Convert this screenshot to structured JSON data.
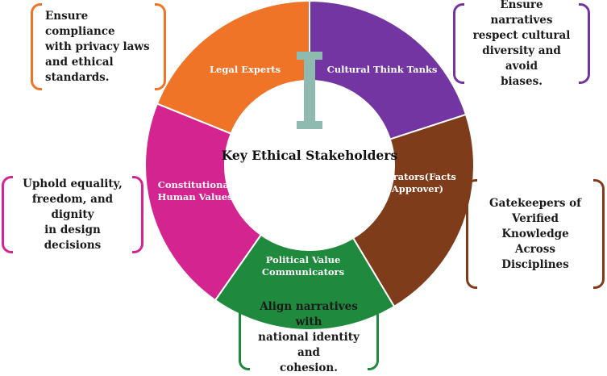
{
  "center_label": "Key Ethical Stakeholders",
  "segments": [
    {
      "label_lines": [
        "Legal Experts"
      ],
      "color": "#f07428"
    },
    {
      "label_lines": [
        "Cultural Think Tanks"
      ],
      "color": "#7335a1"
    },
    {
      "label_lines": [
        "Curators(Facts",
        "Approver)"
      ],
      "color": "#7e3c1b"
    },
    {
      "label_lines": [
        "Political Value",
        "Communicators"
      ],
      "color": "#1f8a3d"
    },
    {
      "label_lines": [
        "Constitutional",
        "Human Values"
      ],
      "color": "#d4248f"
    }
  ],
  "notes": {
    "legal": {
      "lines": [
        "Ensure compliance",
        "with privacy laws",
        "and ethical",
        "standards."
      ],
      "color": "#f07428"
    },
    "cultural": {
      "lines": [
        "Ensure narratives",
        "respect cultural",
        "diversity and avoid",
        "biases."
      ],
      "color": "#7335a1"
    },
    "human": {
      "lines": [
        "Uphold equality,",
        "freedom, and dignity",
        "in design decisions"
      ],
      "color": "#d4248f"
    },
    "curators": {
      "lines": [
        "Gatekeepers of",
        "Verified Knowledge",
        "Across Disciplines"
      ],
      "color": "#7e3c1b"
    },
    "political": {
      "lines": [
        "Align narratives with",
        "national identity and",
        "cohesion."
      ],
      "color": "#1f8a3d"
    }
  },
  "pillar_color": "#8fbab0"
}
